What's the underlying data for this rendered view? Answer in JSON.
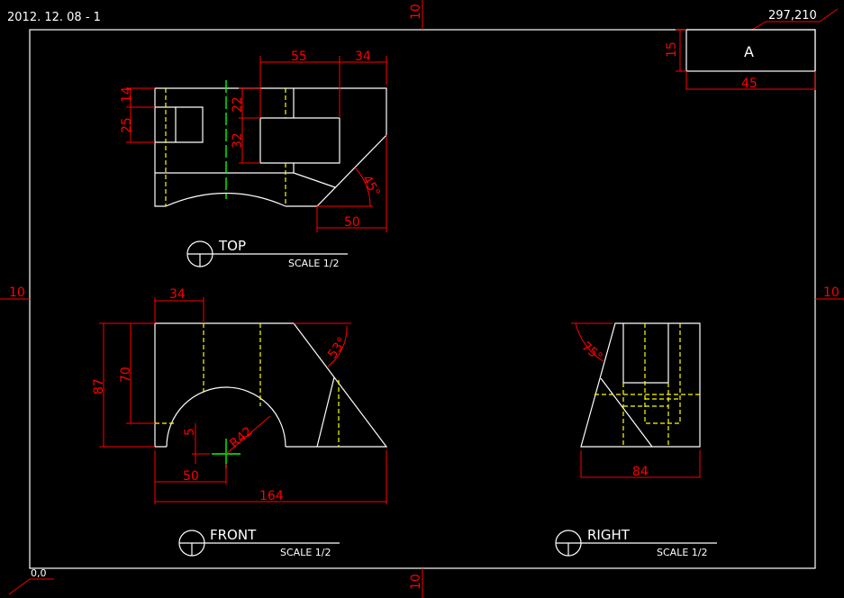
{
  "header": {
    "date_label": "2012. 12. 08 - 1",
    "sheet_size": "297,210",
    "origin": "0,0"
  },
  "margins": {
    "top": "10",
    "bottom": "10",
    "left": "10",
    "right": "10"
  },
  "title_block": {
    "letter": "A",
    "height_dim": "15",
    "width_dim": "45"
  },
  "views": {
    "top": {
      "title": "TOP",
      "scale": "SCALE 1/2",
      "dims": [
        "55",
        "34",
        "14",
        "25",
        "22",
        "32",
        "50",
        "45°"
      ]
    },
    "front": {
      "title": "FRONT",
      "scale": "SCALE 1/2",
      "dims": [
        "34",
        "87",
        "70",
        "5",
        "R42",
        "53°",
        "50",
        "164"
      ]
    },
    "right": {
      "title": "RIGHT",
      "scale": "SCALE 1/2",
      "dims": [
        "75°",
        "84"
      ]
    }
  },
  "colors": {
    "outline": "#ffffff",
    "dimension": "#ff0000",
    "hidden": "#ffff00",
    "center": "#00ff00"
  }
}
